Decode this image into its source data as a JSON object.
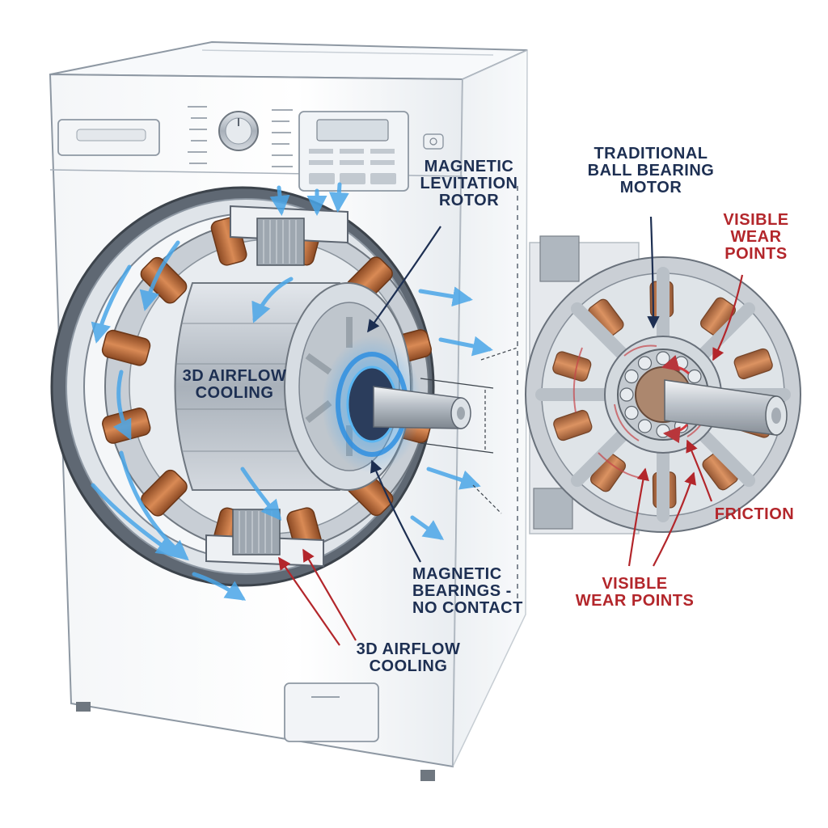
{
  "labels": {
    "magnetic_levitation_rotor": [
      "MAGNETIC",
      "LEVITATION",
      "ROTOR"
    ],
    "airflow_center": [
      "3D AIRFLOW",
      "COOLING"
    ],
    "magnetic_bearings": [
      "MAGNETIC",
      "BEARINGS -",
      "NO CONTACT"
    ],
    "airflow_bottom": [
      "3D AIRFLOW",
      "COOLING"
    ],
    "traditional_motor": [
      "TRADITIONAL",
      "BALL BEARING",
      "MOTOR"
    ],
    "wear_points_top": [
      "VISIBLE",
      "WEAR",
      "POINTS"
    ],
    "friction": "FRICTION",
    "wear_points_bottom": [
      "VISIBLE",
      "WEAR POINTS"
    ]
  },
  "colors": {
    "navy": "#1d2f52",
    "red": "#b3262b",
    "copper": "#b8693a",
    "airflow_blue": "#4aa6e8",
    "steel": "#a7afb8"
  }
}
